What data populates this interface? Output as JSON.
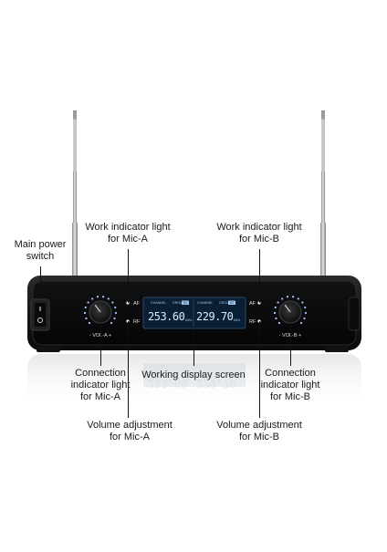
{
  "labels": {
    "main_power_switch": [
      "Main power",
      "switch"
    ],
    "work_light_a": [
      "Work indicator light",
      "for Mic-A"
    ],
    "work_light_b": [
      "Work indicator light",
      "for Mic-B"
    ],
    "connection_light_a": [
      "Connection",
      "indicator light",
      "for Mic-A"
    ],
    "connection_light_b": [
      "Connection",
      "indicator light",
      "for Mic-B"
    ],
    "display_screen": "Working display screen",
    "volume_a": [
      "Volume adjustment",
      "for Mic-A"
    ],
    "volume_b": [
      "Volume adjustment",
      "for Mic-B"
    ]
  },
  "device": {
    "freq_a": "253.60",
    "freq_b": "229.70",
    "unit": "MHz",
    "channel_label": "CHANNEL",
    "group_label": "GROUP",
    "group_a": "01",
    "group_b": "07",
    "af_label": "AF",
    "rf_label": "RF",
    "vol_a_label": "VOL-A",
    "vol_b_label": "VOL-B"
  },
  "colors": {
    "display_bg": "#0a1f33",
    "display_text": "#d8ecff",
    "body": "#1a1a1c",
    "knob_ring": "#a9c7ff"
  }
}
